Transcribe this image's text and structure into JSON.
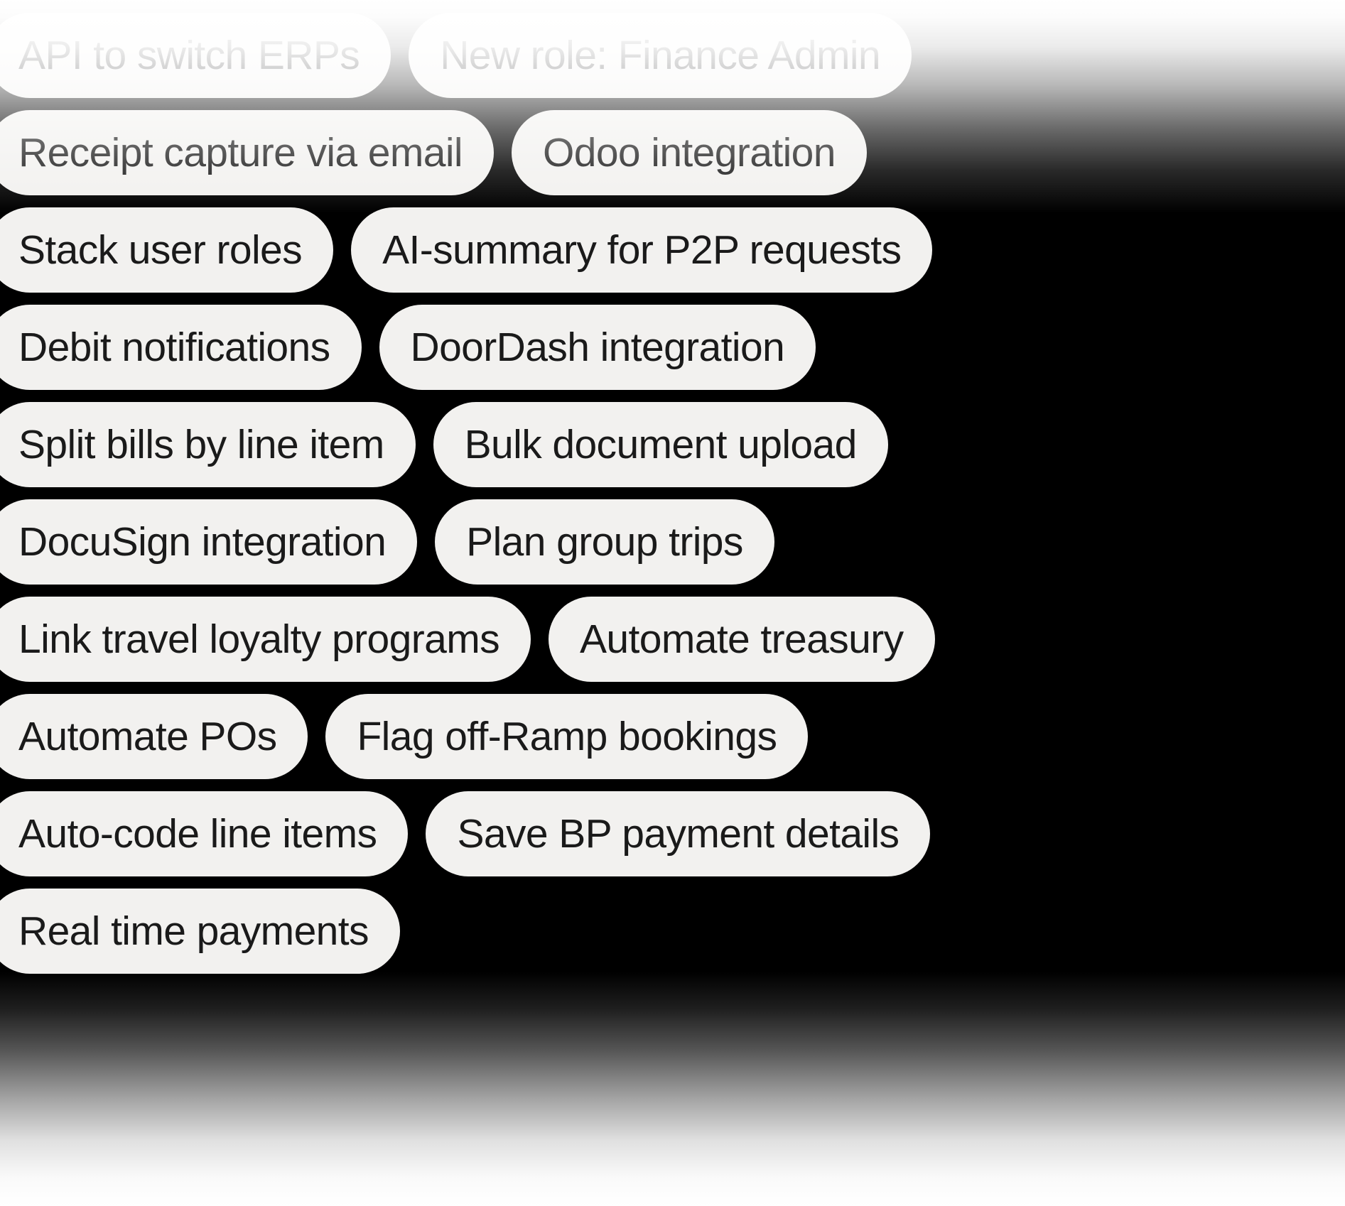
{
  "board": {
    "title": "Feature request pill marquee",
    "background_color": "#000000",
    "pill_color": "#F2F1EF",
    "pill_text_color": "#1A1A1A",
    "fade_color": "#FFFFFF",
    "row_count": 10,
    "rows": [
      {
        "index": 1,
        "faded": true,
        "pills": [
          {
            "label": "API to switch ERPs"
          },
          {
            "label": "New role: Finance Admin"
          }
        ]
      },
      {
        "index": 2,
        "faded": true,
        "pills": [
          {
            "label": "Receipt capture via email"
          },
          {
            "label": "Odoo integration"
          }
        ]
      },
      {
        "index": 3,
        "faded": false,
        "pills": [
          {
            "label": "Stack user roles"
          },
          {
            "label": "AI-summary for P2P requests"
          }
        ]
      },
      {
        "index": 4,
        "faded": false,
        "pills": [
          {
            "label": "Debit notifications"
          },
          {
            "label": "DoorDash integration"
          }
        ]
      },
      {
        "index": 5,
        "faded": false,
        "pills": [
          {
            "label": "Split bills by line item"
          },
          {
            "label": "Bulk document upload"
          }
        ]
      },
      {
        "index": 6,
        "faded": false,
        "pills": [
          {
            "label": "DocuSign integration"
          },
          {
            "label": "Plan group trips"
          }
        ]
      },
      {
        "index": 7,
        "faded": false,
        "pills": [
          {
            "label": "Link travel loyalty programs"
          },
          {
            "label": "Automate treasury"
          }
        ]
      },
      {
        "index": 8,
        "faded": false,
        "pills": [
          {
            "label": "Automate POs"
          },
          {
            "label": "Flag off-Ramp bookings"
          }
        ]
      },
      {
        "index": 9,
        "faded": false,
        "pills": [
          {
            "label": "Auto-code line items"
          },
          {
            "label": "Save BP payment details"
          }
        ]
      },
      {
        "index": 10,
        "faded": true,
        "pills": [
          {
            "label": "Real time payments"
          }
        ]
      }
    ]
  }
}
